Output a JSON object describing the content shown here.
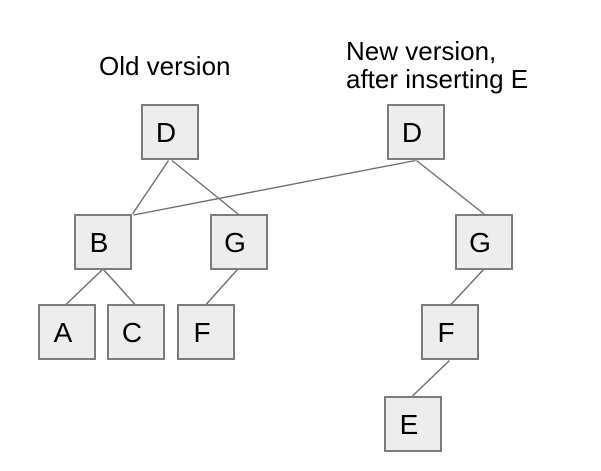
{
  "titles": {
    "old": "Old version",
    "new": "New version,\nafter inserting E"
  },
  "nodes": [
    {
      "id": "old-D",
      "label": "D"
    },
    {
      "id": "old-B",
      "label": "B"
    },
    {
      "id": "old-G",
      "label": "G"
    },
    {
      "id": "old-A",
      "label": "A"
    },
    {
      "id": "old-C",
      "label": "C"
    },
    {
      "id": "old-F",
      "label": "F"
    },
    {
      "id": "new-D",
      "label": "D"
    },
    {
      "id": "new-G",
      "label": "G"
    },
    {
      "id": "new-F",
      "label": "F"
    },
    {
      "id": "new-E",
      "label": "E"
    }
  ],
  "edges": [
    {
      "from": "old-D",
      "to": "old-B"
    },
    {
      "from": "old-D",
      "to": "old-G"
    },
    {
      "from": "new-D",
      "to": "old-B"
    },
    {
      "from": "new-D",
      "to": "new-G"
    },
    {
      "from": "old-B",
      "to": "old-A"
    },
    {
      "from": "old-B",
      "to": "old-C"
    },
    {
      "from": "old-G",
      "to": "old-F"
    },
    {
      "from": "new-G",
      "to": "new-F"
    },
    {
      "from": "new-F",
      "to": "new-E"
    }
  ],
  "colors": {
    "background": "#ffffff",
    "node_fill": "#ededed",
    "node_border": "#7d7d7d",
    "edge": "#6e6e6e",
    "text": "#000000"
  }
}
